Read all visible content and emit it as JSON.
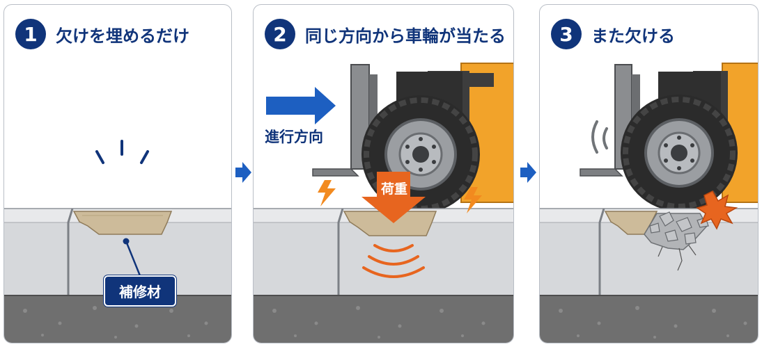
{
  "panels": [
    {
      "number": "1",
      "title": "欠けを埋めるだけ",
      "label": "補修材"
    },
    {
      "number": "2",
      "title": "同じ方向から車輪が当たる",
      "direction_label": "進行方向",
      "load_label": "荷重"
    },
    {
      "number": "3",
      "title": "また欠ける"
    }
  ],
  "colors": {
    "navy": "#10347a",
    "blue": "#1d5fc1",
    "orange": "#e7651f",
    "forklift": "#f2a32a",
    "concrete": "#dcdddf",
    "asphalt": "#6f6f6f"
  }
}
